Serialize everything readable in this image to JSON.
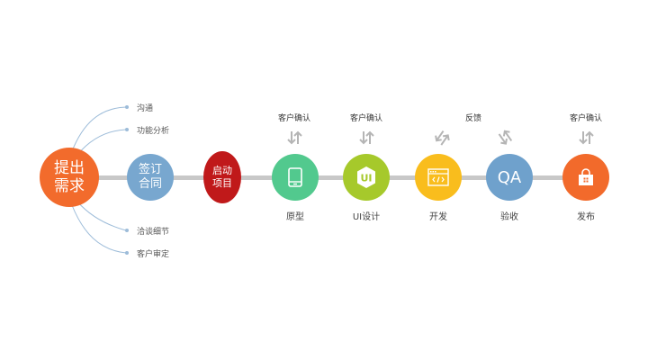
{
  "colors": {
    "line": "#c8c8c8",
    "branch": "#9dbcd9",
    "start": "#f26b2c",
    "contract": "#78a7cf",
    "launch": "#c0191a",
    "prototype": "#52c98e",
    "ui": "#a6c92b",
    "dev": "#f9bd1d",
    "qa": "#6fa1cc",
    "release": "#f26a2b",
    "arrow": "#b5b5b5"
  },
  "start_node": {
    "line1": "提出",
    "line2": "需求"
  },
  "branches": {
    "top": [
      "沟通",
      "功能分析"
    ],
    "bottom": [
      "洽谈细节",
      "客户审定"
    ]
  },
  "contract_node": {
    "line1": "签订",
    "line2": "合同"
  },
  "launch_node": {
    "line1": "启动",
    "line2": "项目"
  },
  "stages": [
    {
      "name": "原型",
      "icon": "tablet-icon",
      "top_label": "客户确认"
    },
    {
      "name": "UI设计",
      "icon": "ui-badge-icon",
      "icon_text": "UI",
      "top_label": "客户确认"
    },
    {
      "name": "开发",
      "icon": "code-window-icon",
      "top_label": ""
    },
    {
      "name": "验收",
      "icon": "qa-icon",
      "icon_text": "QA",
      "top_label": ""
    },
    {
      "name": "发布",
      "icon": "shopping-bag-icon",
      "top_label": "客户确认"
    }
  ],
  "feedback_label": "反馈"
}
